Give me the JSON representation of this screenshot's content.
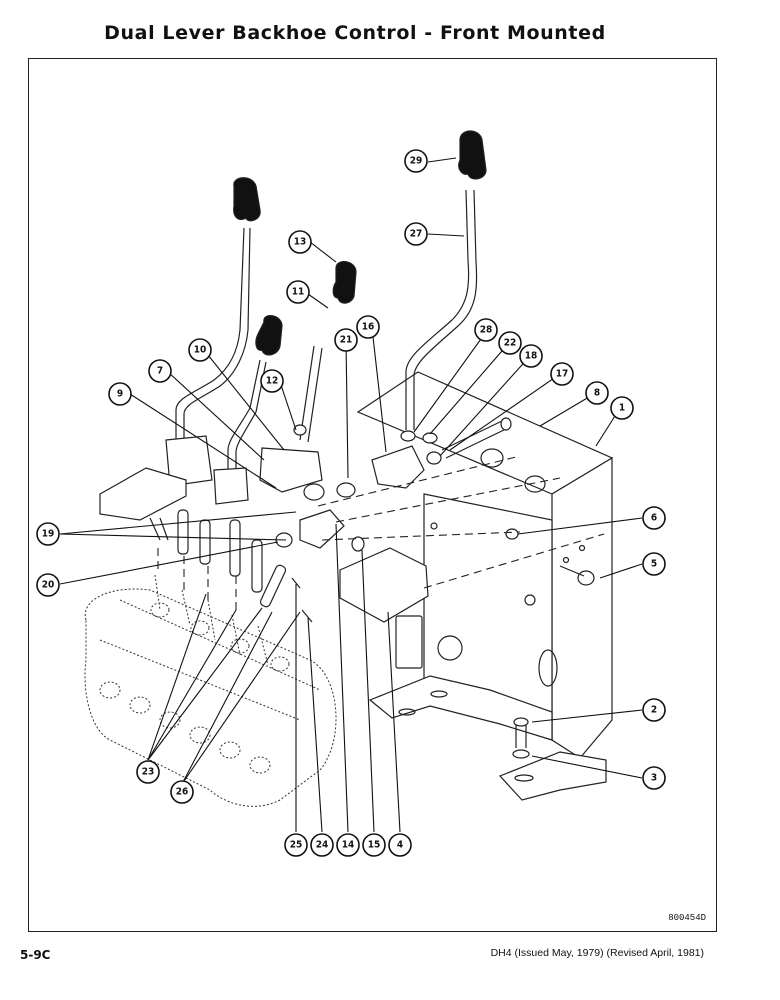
{
  "title": "Dual Lever Backhoe Control - Front Mounted",
  "figure_code": "800454D",
  "page_number": "5-9C",
  "issue_info": "DH4 (Issued May, 1979) (Revised April, 1981)",
  "callouts": {
    "c1": "1",
    "c2": "2",
    "c3": "3",
    "c4": "4",
    "c5": "5",
    "c6": "6",
    "c7": "7",
    "c8": "8",
    "c9": "9",
    "c10": "10",
    "c11": "11",
    "c12": "12",
    "c13": "13",
    "c14": "14",
    "c15": "15",
    "c16": "16",
    "c17": "17",
    "c18": "18",
    "c19": "19",
    "c20": "20",
    "c21": "21",
    "c22": "22",
    "c23": "23",
    "c24": "24",
    "c25": "25",
    "c26": "26",
    "c27": "27",
    "c28": "28",
    "c29": "29"
  }
}
